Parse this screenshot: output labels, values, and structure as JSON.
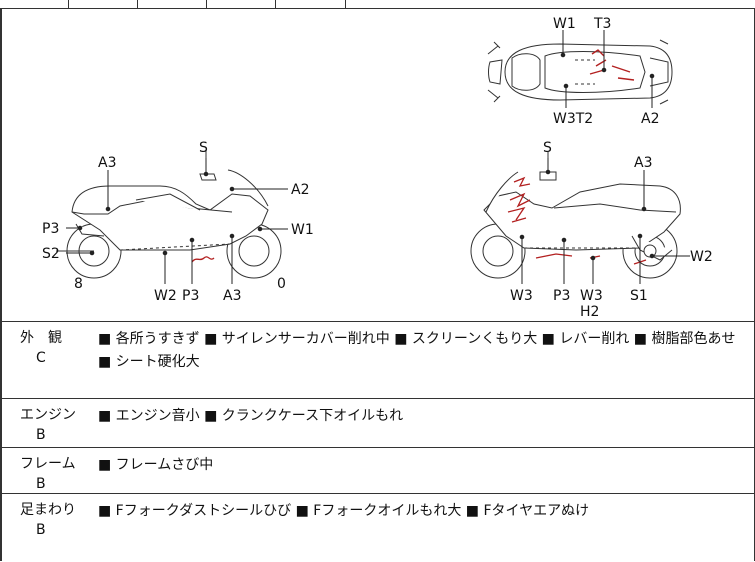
{
  "diagram": {
    "left_bike": {
      "labels": {
        "s": "S",
        "a3_top": "A3",
        "a2": "A2",
        "p3_left": "P3",
        "w1": "W1",
        "s2": "S2",
        "eight": "8",
        "w2": "W2",
        "p3_bottom": "P3",
        "a3_bottom": "A3",
        "zero": "0"
      }
    },
    "top_bike": {
      "labels": {
        "w1": "W1",
        "t3": "T3",
        "w3t2": "W3T2",
        "a2": "A2"
      }
    },
    "right_bike": {
      "labels": {
        "s": "S",
        "a3": "A3",
        "w2": "W2",
        "w3_left": "W3",
        "p3": "P3",
        "w3_right": "W3",
        "h2": "H2",
        "s1": "S1"
      }
    }
  },
  "conditions": [
    {
      "category": "外　観",
      "grade": "C",
      "description": "■ 各所うすきず ■ サイレンサーカバー削れ中 ■ スクリーンくもり大 ■ レバー削れ ■ 樹脂部色あせ ■ シート硬化大"
    },
    {
      "category": "エンジン",
      "grade": "B",
      "description": "■ エンジン音小 ■ クランクケース下オイルもれ"
    },
    {
      "category": "フレーム",
      "grade": "B",
      "description": "■ フレームさび中"
    },
    {
      "category": "足まわり",
      "grade": "B",
      "description": "■ Fフォークダストシールひび ■ Fフォークオイルもれ大 ■ Fタイヤエアぬけ"
    }
  ]
}
